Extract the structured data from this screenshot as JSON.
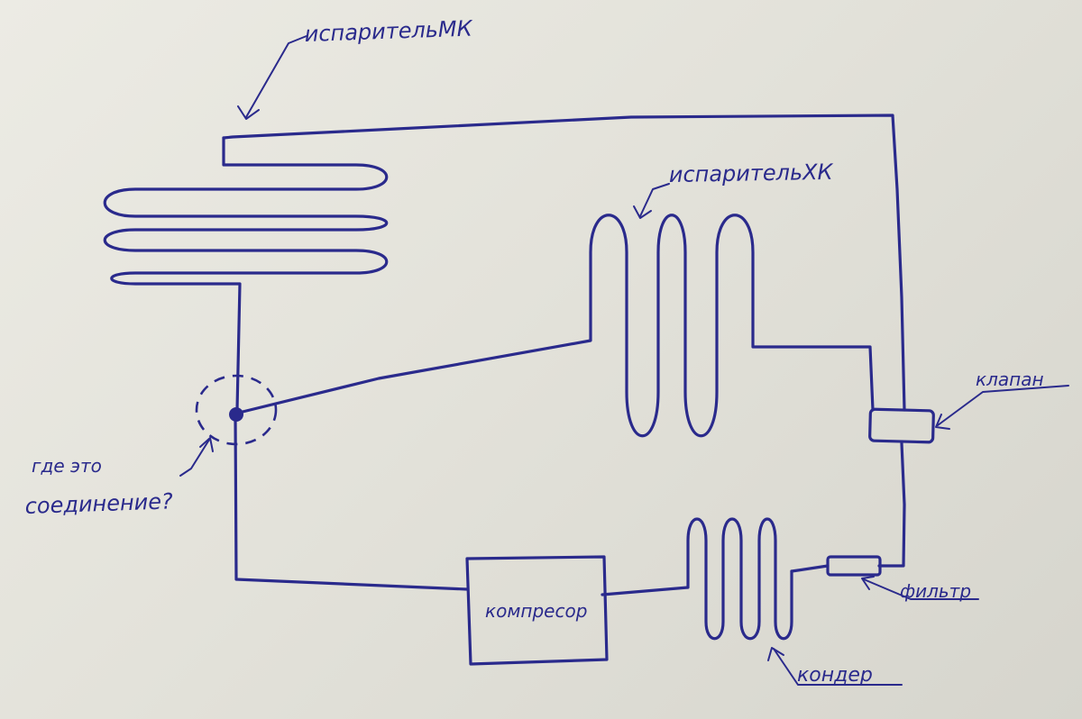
{
  "diagram": {
    "ink_color": "#2a2a8c",
    "paper_color": "#e6e5de",
    "labels": {
      "evaporator_mk": "испарительМК",
      "evaporator_hk": "испарительХК",
      "valve": "клапан",
      "filter": "фильтр",
      "condenser": "кондер",
      "compressor": "компресор",
      "question_line1": "где это",
      "question_line2": "соединение?"
    }
  }
}
